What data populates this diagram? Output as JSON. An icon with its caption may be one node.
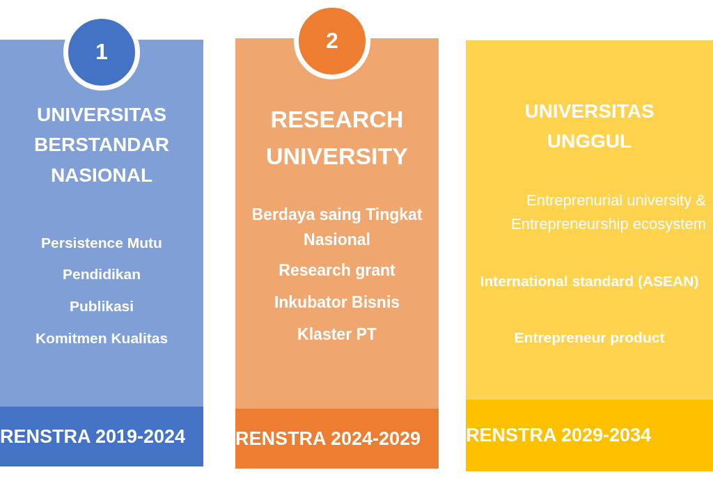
{
  "diagram": {
    "nodes": [
      {
        "text": [
          "1"
        ]
      },
      {
        "text": [
          "UNIVERSITAS BERSTANDAR NASIONAL",
          "Persistence Mutu",
          "Pendidikan",
          "Publikasi",
          "Komitmen Kualitas"
        ]
      },
      {
        "text": [
          "RENSTRA 2019-2024"
        ],
        "in": 1
      },
      {
        "text": [
          "2"
        ]
      },
      {
        "text": [
          "RESEARCH UNIVERSITY",
          "Berdaya saing Tingkat Nasional",
          "Research grant",
          "Inkubator Bisnis",
          "Klaster PT"
        ]
      },
      {
        "text": [
          "RENSTRA 2024-2029"
        ],
        "in": 4
      },
      {
        "text": [
          "UNIVERSITAS UNGGUL",
          "Entreprenurial university & Entrepreneurship ecosystem",
          "International standard (ASEAN)",
          "Entrepreneur product"
        ]
      },
      {
        "text": [
          "RENSTRA 2029-2034"
        ],
        "in": 6
      }
    ]
  }
}
